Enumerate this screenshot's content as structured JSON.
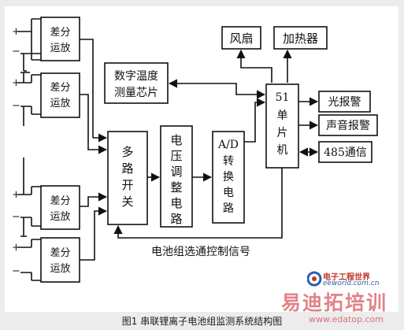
{
  "diagram": {
    "amplifiers": [
      {
        "line1": "差分",
        "line2": "运放"
      },
      {
        "line1": "差分",
        "line2": "运放"
      },
      {
        "line1": "差分",
        "line2": "运放"
      },
      {
        "line1": "差分",
        "line2": "运放"
      }
    ],
    "plus_sign": "+",
    "minus_sign": "−",
    "mux": {
      "chars": [
        "多",
        "路",
        "开",
        "关"
      ]
    },
    "voltage_conditioning": {
      "chars": [
        "电",
        "压",
        "调",
        "整",
        "电",
        "路"
      ]
    },
    "adc": {
      "lines": [
        "A/D",
        "转",
        "换",
        "电",
        "路"
      ]
    },
    "mcu": {
      "lines": [
        "51",
        "单",
        "片",
        "机"
      ]
    },
    "temp_chip": {
      "line1": "数字温度",
      "line2": "测量芯片"
    },
    "fan": "风扇",
    "heater": "加热器",
    "light_alarm": "光报警",
    "sound_alarm": "声音报警",
    "rs485": "485通信",
    "select_signal": "电池组选通控制信号"
  },
  "caption": "图1 串联锂离子电池组监测系统结构图",
  "watermark": {
    "title": "电子工程世界",
    "domain": "eeworld.com.cn",
    "big": "易迪拓培训",
    "url": "www.edatop.com"
  },
  "colors": {
    "line": "#111111",
    "watermark_red": "#c0392b",
    "watermark_blue": "#2b5fae"
  }
}
